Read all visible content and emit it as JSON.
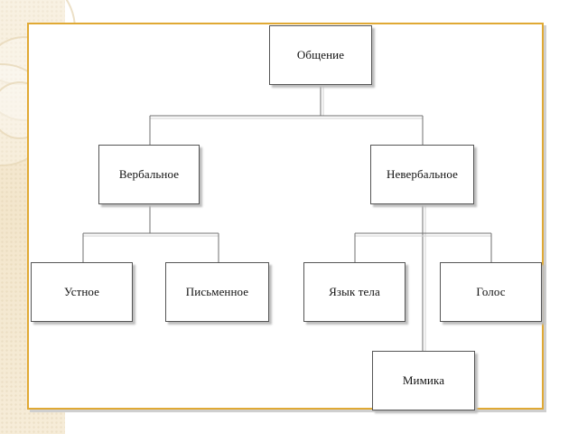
{
  "diagram": {
    "nodes": {
      "root": "Общение",
      "verbal": "Вербальное",
      "nonverbal": "Невербальное",
      "oral": "Устное",
      "written": "Письменное",
      "body_language": "Язык тела",
      "voice": "Голос",
      "facial_expression": "Мимика"
    },
    "edges": [
      [
        "Общение",
        "Вербальное"
      ],
      [
        "Общение",
        "Невербальное"
      ],
      [
        "Вербальное",
        "Устное"
      ],
      [
        "Вербальное",
        "Письменное"
      ],
      [
        "Невербальное",
        "Язык тела"
      ],
      [
        "Невербальное",
        "Голос"
      ],
      [
        "Невербальное",
        "Мимика"
      ]
    ],
    "colors": {
      "frame": "#e0a934",
      "connector": "#6f6f6f",
      "box_border": "#555555",
      "side_strip": "#f3e6cc"
    }
  }
}
